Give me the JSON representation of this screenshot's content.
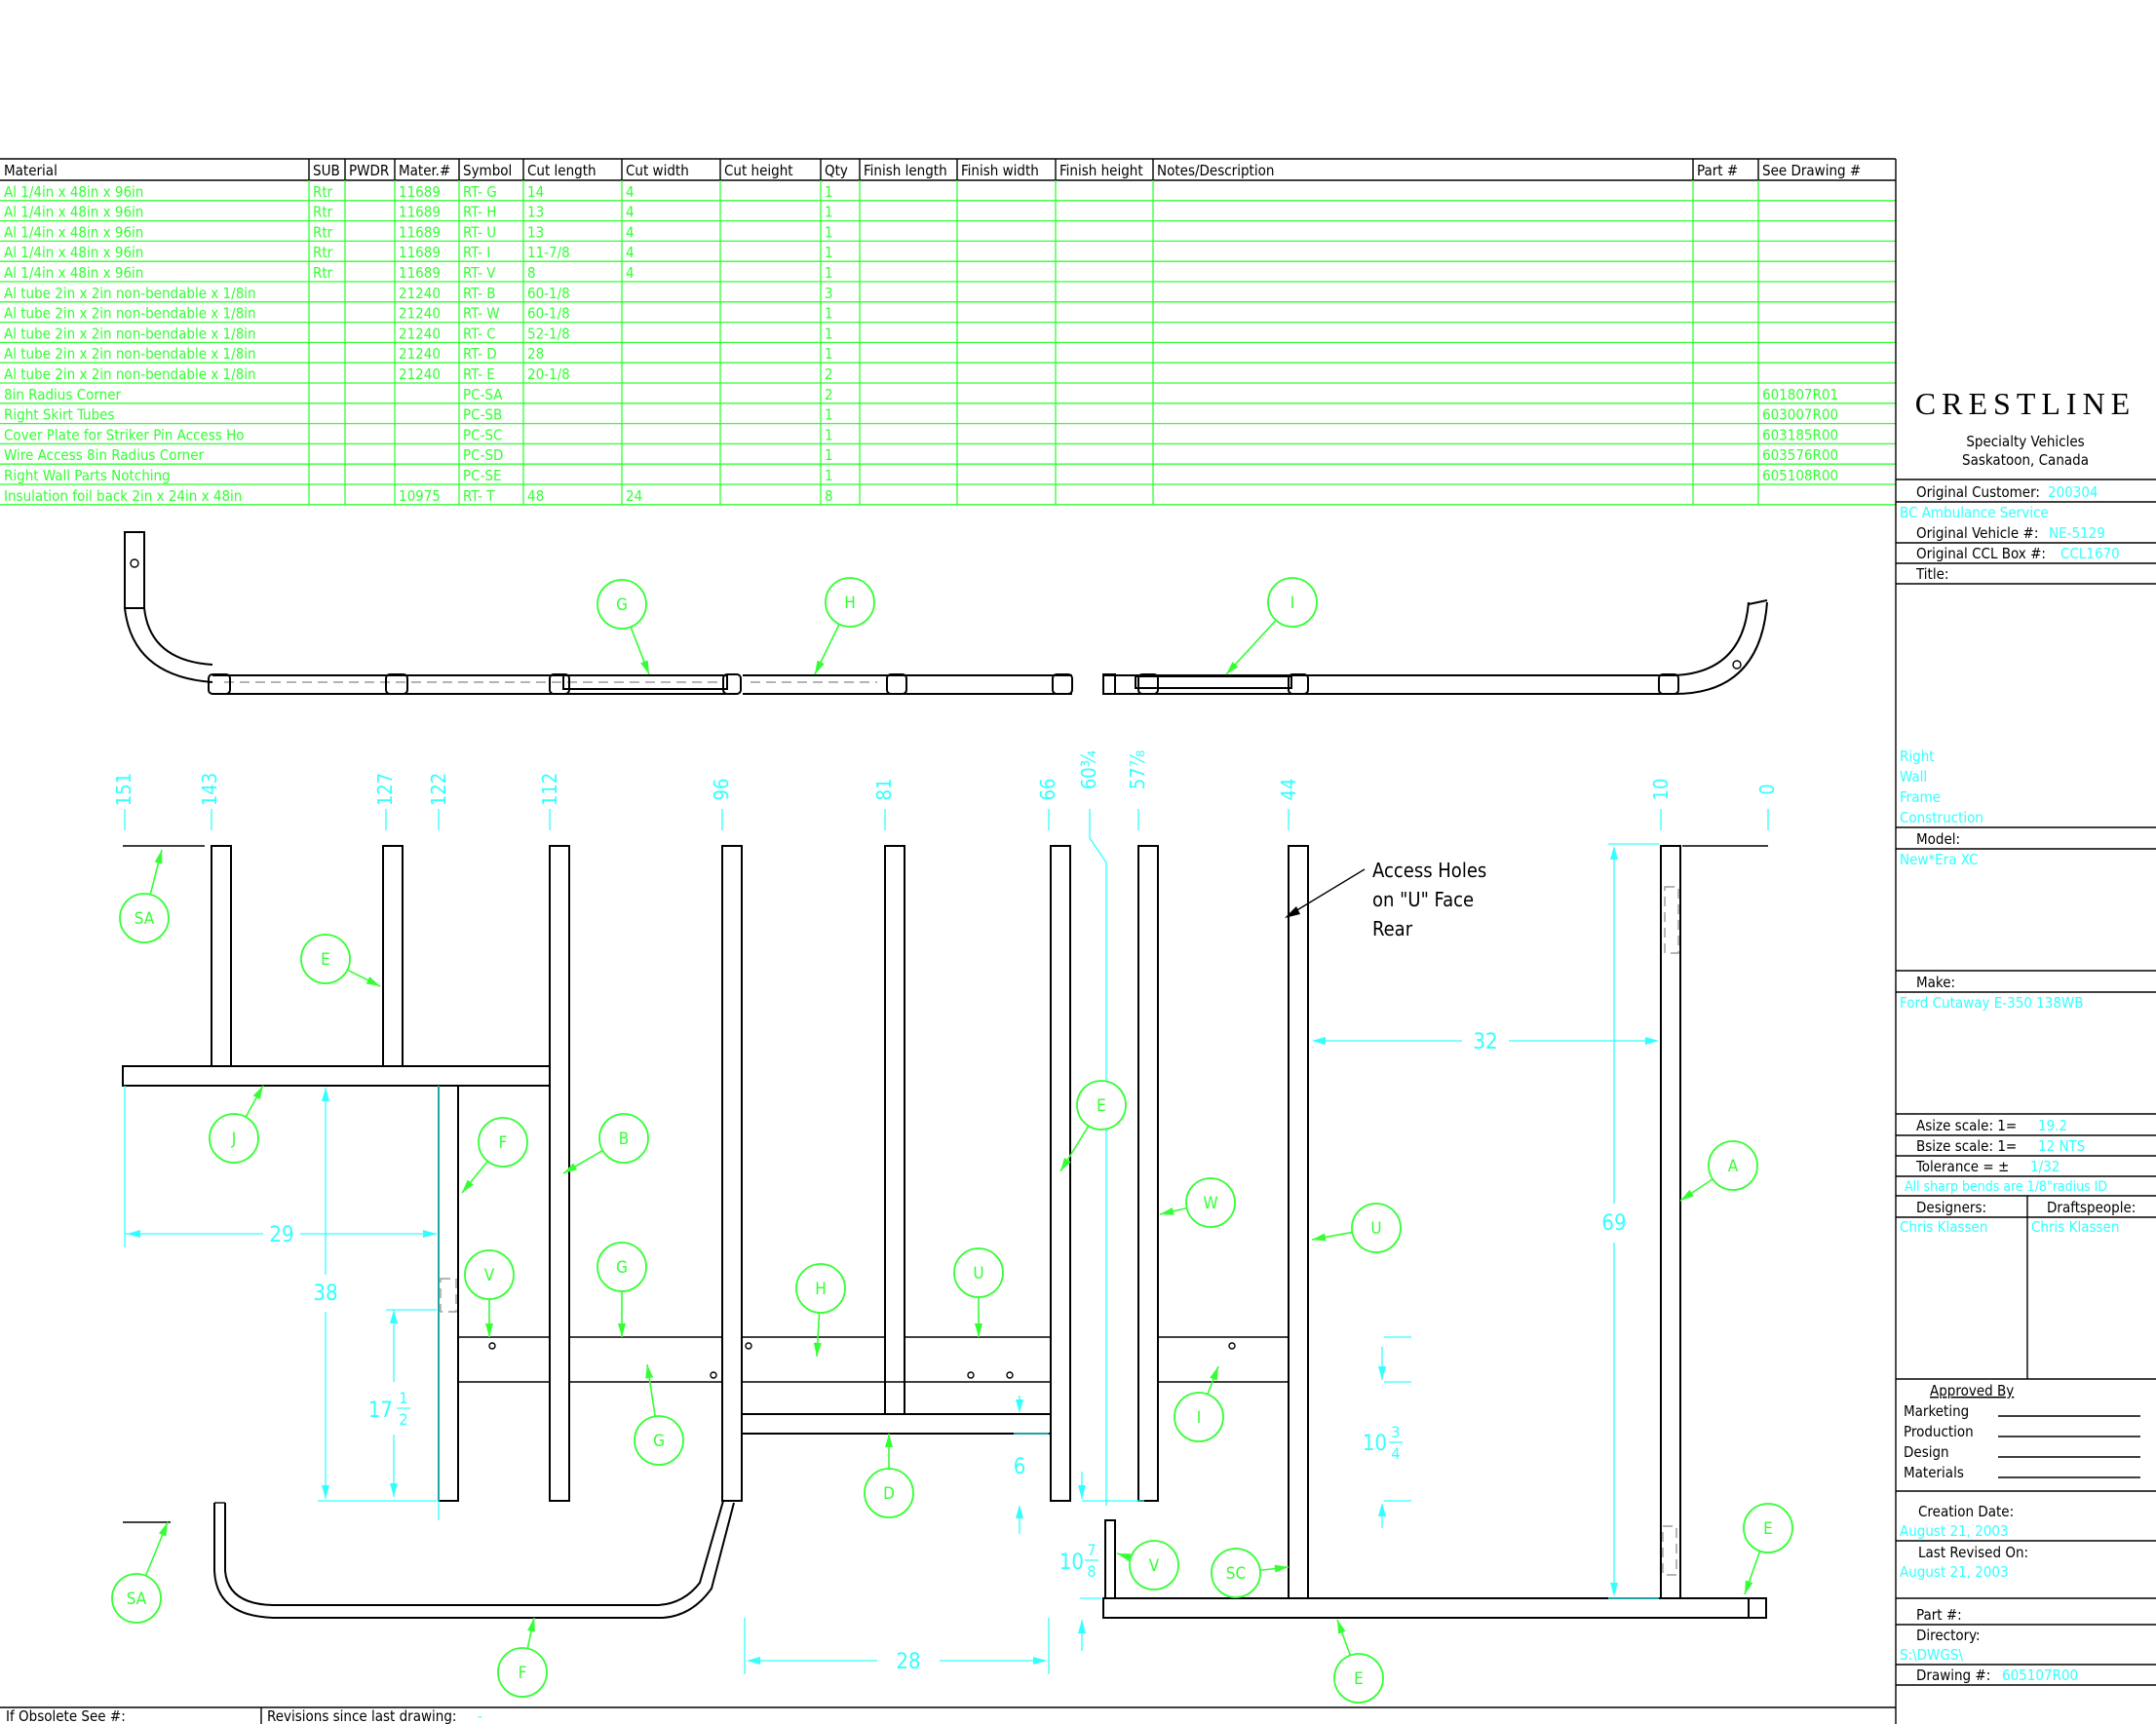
{
  "bom": {
    "columns": [
      "Material",
      "SUB",
      "PWDR",
      "Mater.#",
      "Symbol",
      "Cut length",
      "Cut width",
      "Cut height",
      "Qty",
      "Finish length",
      "Finish width",
      "Finish height",
      "Notes/Description",
      "Part #",
      "See Drawing #"
    ],
    "rows": [
      [
        "Al 1/4in x 48in x 96in",
        "Rtr",
        "",
        "11689",
        "RT- G",
        "14",
        "4",
        "",
        "1",
        "",
        "",
        "",
        "",
        "",
        ""
      ],
      [
        "Al 1/4in x 48in x 96in",
        "Rtr",
        "",
        "11689",
        "RT- H",
        "13",
        "4",
        "",
        "1",
        "",
        "",
        "",
        "",
        "",
        ""
      ],
      [
        "Al 1/4in x 48in x 96in",
        "Rtr",
        "",
        "11689",
        "RT- U",
        "13",
        "4",
        "",
        "1",
        "",
        "",
        "",
        "",
        "",
        ""
      ],
      [
        "Al 1/4in x 48in x 96in",
        "Rtr",
        "",
        "11689",
        "RT- I",
        "11-7/8",
        "4",
        "",
        "1",
        "",
        "",
        "",
        "",
        "",
        ""
      ],
      [
        "Al 1/4in x 48in x 96in",
        "Rtr",
        "",
        "11689",
        "RT- V",
        "8",
        "4",
        "",
        "1",
        "",
        "",
        "",
        "",
        "",
        ""
      ],
      [
        "Al tube 2in x 2in non-bendable x 1/8in",
        "",
        "",
        "21240",
        "RT- B",
        "60-1/8",
        "",
        "",
        "3",
        "",
        "",
        "",
        "",
        "",
        ""
      ],
      [
        "Al tube 2in x 2in non-bendable x 1/8in",
        "",
        "",
        "21240",
        "RT- W",
        "60-1/8",
        "",
        "",
        "1",
        "",
        "",
        "",
        "",
        "",
        ""
      ],
      [
        "Al tube 2in x 2in non-bendable x 1/8in",
        "",
        "",
        "21240",
        "RT- C",
        "52-1/8",
        "",
        "",
        "1",
        "",
        "",
        "",
        "",
        "",
        ""
      ],
      [
        "Al tube 2in x 2in non-bendable x 1/8in",
        "",
        "",
        "21240",
        "RT- D",
        "28",
        "",
        "",
        "1",
        "",
        "",
        "",
        "",
        "",
        ""
      ],
      [
        "Al tube 2in x 2in non-bendable x 1/8in",
        "",
        "",
        "21240",
        "RT- E",
        "20-1/8",
        "",
        "",
        "2",
        "",
        "",
        "",
        "",
        "",
        ""
      ],
      [
        "8in Radius Corner",
        "",
        "",
        "",
        "PC-SA",
        "",
        "",
        "",
        "2",
        "",
        "",
        "",
        "",
        "",
        "601807R01"
      ],
      [
        "Right Skirt Tubes",
        "",
        "",
        "",
        "PC-SB",
        "",
        "",
        "",
        "1",
        "",
        "",
        "",
        "",
        "",
        "603007R00"
      ],
      [
        "Cover Plate for Striker Pin Access Ho",
        "",
        "",
        "",
        "PC-SC",
        "",
        "",
        "",
        "1",
        "",
        "",
        "",
        "",
        "",
        "603185R00"
      ],
      [
        "Wire Access 8in Radius Corner",
        "",
        "",
        "",
        "PC-SD",
        "",
        "",
        "",
        "1",
        "",
        "",
        "",
        "",
        "",
        "603576R00"
      ],
      [
        "Right Wall Parts Notching",
        "",
        "",
        "",
        "PC-SE",
        "",
        "",
        "",
        "1",
        "",
        "",
        "",
        "",
        "",
        "605108R00"
      ],
      [
        "Insulation foil back 2in x 24in x 48in",
        "",
        "",
        "10975",
        "RT- T",
        "48",
        "24",
        "",
        "8",
        "",
        "",
        "",
        "",
        "",
        ""
      ]
    ]
  },
  "title_block": {
    "company": "CRESTLINE",
    "tagline1": "Specialty Vehicles",
    "tagline2": "Saskatoon, Canada",
    "original_customer_label": "Original Customer:",
    "original_customer_value": "200304",
    "customer_name": "BC Ambulance Service",
    "original_vehicle_label": "Original Vehicle #:",
    "original_vehicle_value": "NE-5129",
    "original_box_label": "Original CCL Box #:",
    "original_box_value": "CCL1670",
    "title_label": "Title:",
    "title_lines": [
      "Right",
      "Wall",
      "Frame",
      "Construction"
    ],
    "model_label": "Model:",
    "model_value": "New*Era XC",
    "make_label": "Make:",
    "make_value": "Ford Cutaway E-350 138WB",
    "asize_label": "Asize scale:  1=",
    "asize_value": "19.2",
    "bsize_label": "Bsize scale:  1=",
    "bsize_value": "12 NTS",
    "tolerance_label": "Tolerance = ±",
    "tolerance_value": "1/32",
    "bend_note": "All sharp bends are 1/8\"radius ID",
    "designers_label": "Designers:",
    "designers_value": "Chris Klassen",
    "drafts_label": "Draftspeople:",
    "drafts_value": "Chris Klassen",
    "approved_label": "Approved By",
    "approvals": [
      "Marketing",
      "Production",
      "Design",
      "Materials"
    ],
    "creation_label": "Creation Date:",
    "creation_value": "August 21, 2003",
    "revised_label": "Last Revised On:",
    "revised_value": "August 21, 2003",
    "part_label": "Part #:",
    "directory_label": "Directory:",
    "directory_value": "S:\\DWGS\\",
    "drawing_label": "Drawing #:",
    "drawing_value": "605107R00"
  },
  "footer": {
    "obsolete_label": "If Obsolete See #:",
    "revisions_label": "Revisions since last drawing:",
    "revisions_value": "-"
  },
  "drawing": {
    "position_labels": [
      "151",
      "143",
      "127",
      "122",
      "112",
      "96",
      "81",
      "66",
      "60¾",
      "57⅞",
      "44",
      "10",
      "0"
    ],
    "callouts_top": [
      "G",
      "H",
      "I"
    ],
    "callouts_main": [
      "SA",
      "E",
      "J",
      "F",
      "B",
      "V",
      "G",
      "H",
      "G",
      "U",
      "D",
      "E",
      "W",
      "U",
      "I",
      "A",
      "SA",
      "F",
      "V",
      "SC",
      "E",
      "E"
    ],
    "note": [
      "Access Holes",
      "on \"U\" Face",
      "Rear"
    ],
    "dimensions": {
      "d32": "32",
      "d29": "29",
      "d38": "38",
      "d69": "69",
      "d17": "17",
      "d17num": "1",
      "d17den": "2",
      "d10": "10",
      "d10num": "3",
      "d10den": "4",
      "d6": "6",
      "d108": "10",
      "d108num": "7",
      "d108den": "8",
      "d28": "28"
    }
  },
  "colors": {
    "table_text": "#33ff33",
    "dimension": "#33ffff",
    "geometry": "#000000"
  }
}
